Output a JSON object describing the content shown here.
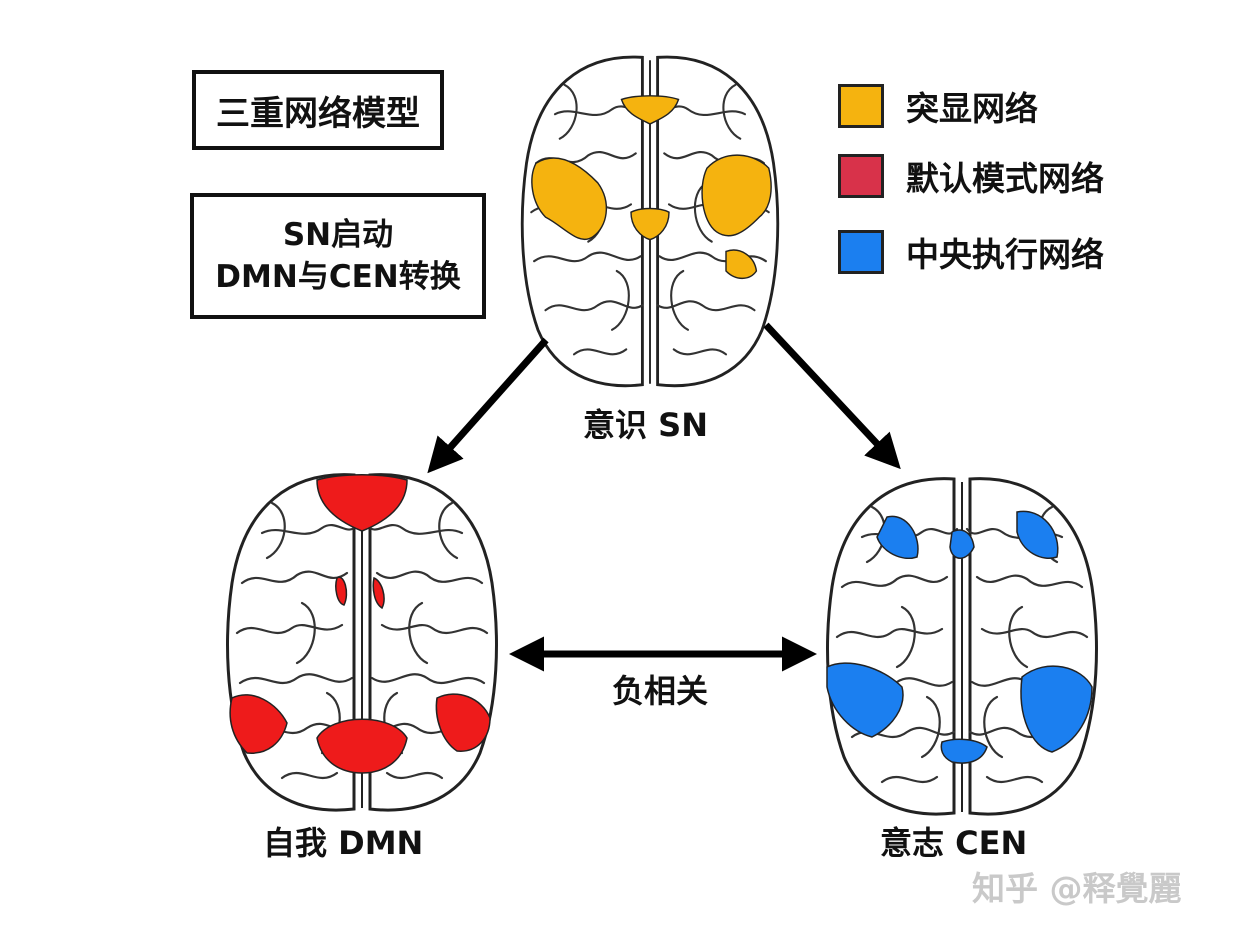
{
  "title": "三重网络模型",
  "description": [
    "SN启动",
    "DMN与CEN转换"
  ],
  "legend": [
    {
      "label": "突显网络",
      "color": "#f5b30f"
    },
    {
      "label": "默认模式网络",
      "color": "#d8324a"
    },
    {
      "label": "中央执行网络",
      "color": "#1b7ff0"
    }
  ],
  "brains": {
    "sn": {
      "label": "意识 SN",
      "color": "#f5b30f"
    },
    "dmn": {
      "label": "自我 DMN",
      "color": "#ee1b1b"
    },
    "cen": {
      "label": "意志 CEN",
      "color": "#1b7ff0"
    }
  },
  "relation_label": "负相关",
  "watermark": "知乎 @释覺麗"
}
